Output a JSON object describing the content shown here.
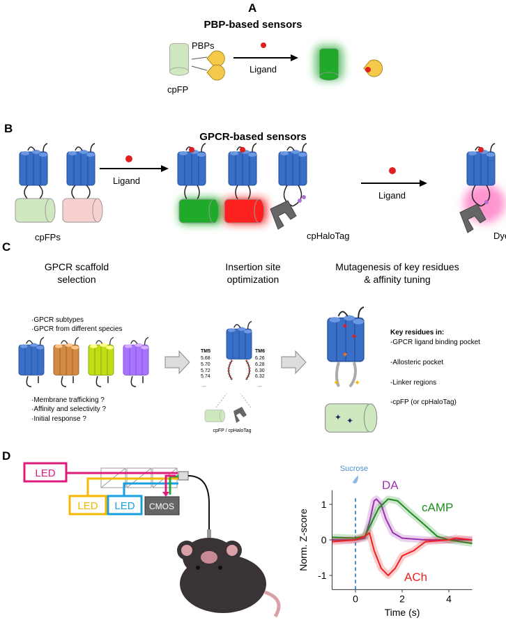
{
  "panels": {
    "a": {
      "letter": "A",
      "title": "PBP-based sensors",
      "pbps": "PBPs",
      "ligand": "Ligand",
      "cpfp": "cpFP"
    },
    "b": {
      "letter": "B",
      "title": "GPCR-based sensors",
      "ligand": "Ligand",
      "cpfps": "cpFPs",
      "ligand2": "Ligand",
      "cphalotag": "cpHaloTag",
      "dye": "Dye"
    },
    "c": {
      "letter": "C",
      "col1": {
        "title1": "GPCR scaffold",
        "title2": "selection",
        "top": [
          "·GPCR subtypes",
          "·GPCR from different species"
        ],
        "bottom": [
          "·Membrane trafficking ?",
          "·Affinity and selectivity ?",
          "·Initial response ?"
        ]
      },
      "col2": {
        "title1": "Insertion site",
        "title2": "optimization",
        "tm5": "TM5",
        "tm5_values": [
          "5.68",
          "5.70",
          "5.72",
          "5.74",
          "..."
        ],
        "tm6": "TM6",
        "tm6_values": [
          "6.26",
          "6.28",
          "6.30",
          "6.32",
          "..."
        ],
        "caption": "cpFP / cpHaloTag"
      },
      "col3": {
        "title1": "Mutagenesis of key residues",
        "title2": "& affinity tuning",
        "key_title": "Key residues in:",
        "items": [
          "-GPCR ligand binding pocket",
          "-Allosteric pocket",
          "-Linker regions",
          "-cpFP (or cpHaloTag)"
        ]
      }
    },
    "d": {
      "letter": "D",
      "led1": "LED",
      "led2": "LED",
      "led3": "LED",
      "cmos": "CMOS",
      "sucrose": "Sucrose"
    }
  },
  "colors": {
    "gpcr": "#3a6fc8",
    "cpfp_pale": "#cfe8c0",
    "cpfp_bright": "#1faa2a",
    "red": "#ee1111",
    "halo": "#666666",
    "led_pink": "#e0197d",
    "led_yellow": "#f5b800",
    "led_blue": "#1aa0e0"
  },
  "chart_data": {
    "type": "line",
    "xlabel": "Time (s)",
    "ylabel": "Norm. Z-score",
    "xlim": [
      -1,
      5
    ],
    "ylim": [
      -1.4,
      1.4
    ],
    "xticks": [
      0,
      2,
      4
    ],
    "yticks": [
      -1,
      0,
      1
    ],
    "event": {
      "x": 0,
      "label": "Sucrose"
    },
    "series": [
      {
        "name": "DA",
        "color": "#9b30b0",
        "x": [
          -1,
          0,
          0.4,
          0.6,
          0.8,
          0.9,
          1.1,
          1.3,
          1.6,
          2,
          3,
          5
        ],
        "y": [
          0,
          0,
          0.05,
          0.5,
          1.1,
          1.15,
          1.0,
          0.6,
          0.2,
          0.05,
          0,
          0
        ]
      },
      {
        "name": "cAMP",
        "color": "#1e8c1e",
        "x": [
          -1,
          0,
          0.4,
          0.7,
          1,
          1.4,
          1.8,
          2.3,
          3,
          3.5,
          4,
          5
        ],
        "y": [
          0.07,
          0.05,
          0.1,
          0.5,
          0.9,
          1.15,
          1.1,
          0.8,
          0.4,
          0.1,
          0,
          -0.1
        ]
      },
      {
        "name": "ACh",
        "color": "#ee2020",
        "x": [
          -1,
          0,
          0.4,
          0.6,
          0.8,
          1.1,
          1.4,
          1.7,
          2,
          2.5,
          3,
          4,
          4.3,
          5
        ],
        "y": [
          -0.05,
          0,
          0.1,
          0.2,
          -0.3,
          -0.8,
          -1.0,
          -0.8,
          -0.45,
          -0.3,
          -0.05,
          0,
          0.05,
          0
        ]
      }
    ]
  }
}
